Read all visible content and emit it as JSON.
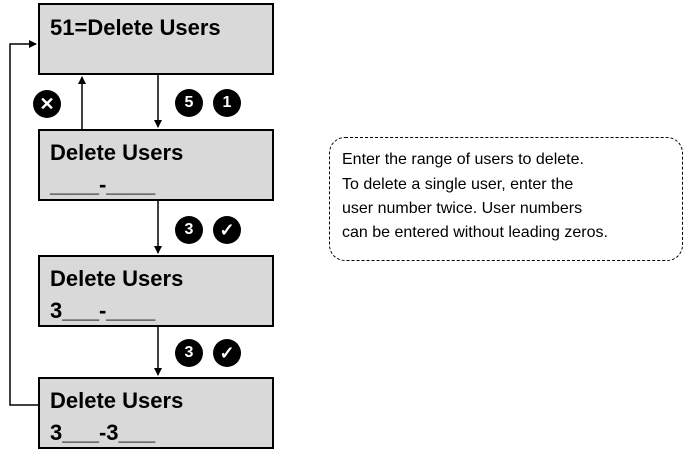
{
  "screens": [
    {
      "line1": "51=Delete Users",
      "line2": ""
    },
    {
      "line1": "Delete Users",
      "line2": "____-____"
    },
    {
      "line1": "Delete Users",
      "line2": "3___-____"
    },
    {
      "line1": "Delete Users",
      "line2": "3___-3___"
    }
  ],
  "keys": {
    "cancel_glyph": "✕",
    "step1": [
      "5",
      "1"
    ],
    "step2_digit": "3",
    "step3_digit": "3",
    "confirm_glyph": "✓"
  },
  "note": {
    "lines": [
      "Enter the range of users to delete.",
      "To delete a single user, enter the",
      "user number twice. User numbers",
      "can be entered without leading zeros."
    ]
  }
}
